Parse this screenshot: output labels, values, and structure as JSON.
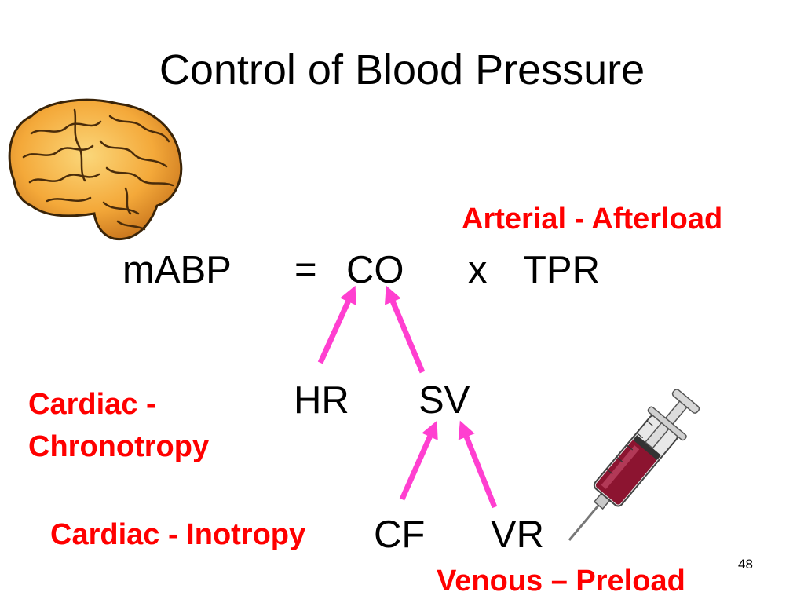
{
  "slide": {
    "title": "Control of Blood Pressure",
    "page_number": "48"
  },
  "equation": {
    "mabp": "mABP",
    "equals": "=",
    "co": "CO",
    "times": "x",
    "tpr": "TPR"
  },
  "factors": {
    "hr": "HR",
    "sv": "SV",
    "cf": "CF",
    "vr": "VR"
  },
  "labels": {
    "arterial": "Arterial  -  Afterload",
    "cardiac_chrono_line1": "Cardiac -",
    "cardiac_chrono_line2": "Chronotropy",
    "cardiac_inotropy": "Cardiac - Inotropy",
    "venous": "Venous – Preload"
  },
  "colors": {
    "label_red": "#ff0000",
    "arrow_magenta": "#ff3fd0",
    "brain_orange": "#f4a93a",
    "blood": "#8c1430"
  },
  "icons": {
    "brain": "brain-illustration",
    "syringe": "blood-syringe-illustration"
  }
}
